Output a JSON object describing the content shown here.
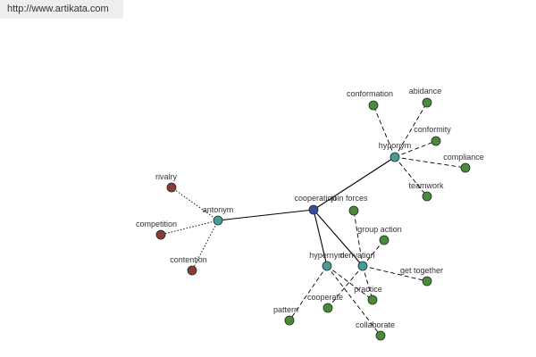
{
  "header": {
    "url": "http://www.artikata.com"
  },
  "colors": {
    "center": "#3a4aa0",
    "relation": "#4a9a9a",
    "synonym": "#4a8a3a",
    "antonym": "#8a3a3a",
    "edge": "#000000"
  },
  "nodes": {
    "center": {
      "label": "cooperation",
      "kind": "center"
    },
    "hyponym": {
      "label": "hyponym",
      "kind": "relation"
    },
    "antonym": {
      "label": "antonym",
      "kind": "relation"
    },
    "hypernym": {
      "label": "hypernym",
      "kind": "relation"
    },
    "derivation": {
      "label": "derivation",
      "kind": "relation"
    },
    "conformation": {
      "label": "conformation",
      "kind": "synonym"
    },
    "abidance": {
      "label": "abidance",
      "kind": "synonym"
    },
    "conformity": {
      "label": "conformity",
      "kind": "synonym"
    },
    "compliance": {
      "label": "compliance",
      "kind": "synonym"
    },
    "teamwork": {
      "label": "teamwork",
      "kind": "synonym"
    },
    "join_forces": {
      "label": "join forces",
      "kind": "synonym"
    },
    "group_action": {
      "label": "group action",
      "kind": "synonym"
    },
    "get_together": {
      "label": "get together",
      "kind": "synonym"
    },
    "practice": {
      "label": "practice",
      "kind": "synonym"
    },
    "cooperate": {
      "label": "cooperate",
      "kind": "synonym"
    },
    "pattern": {
      "label": "pattern",
      "kind": "synonym"
    },
    "collaborate": {
      "label": "collaborate",
      "kind": "synonym"
    },
    "rivalry": {
      "label": "rivalry",
      "kind": "antonym"
    },
    "competition": {
      "label": "competition",
      "kind": "antonym"
    },
    "contention": {
      "label": "contention",
      "kind": "antonym"
    }
  }
}
